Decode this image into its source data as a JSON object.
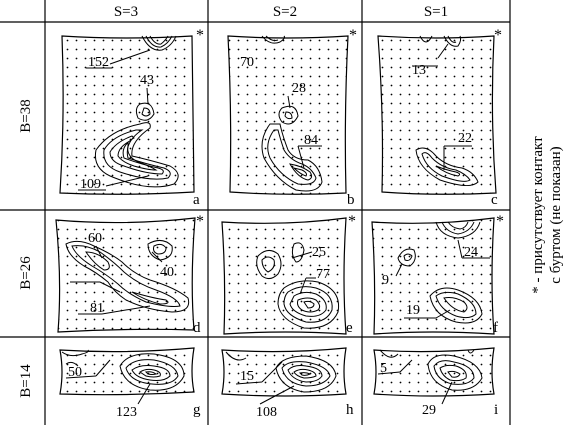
{
  "columns": [
    "S=3",
    "S=2",
    "S=1"
  ],
  "rows": [
    "B=38",
    "B=26",
    "B=14"
  ],
  "footnote": {
    "line1": "* - присутствует контакт",
    "line2": "с буртом (не показан)"
  },
  "panels": [
    {
      "id": "a",
      "values": [
        "152",
        "43",
        "109"
      ],
      "asterisk": "*"
    },
    {
      "id": "b",
      "values": [
        "70",
        "28",
        "84"
      ],
      "asterisk": "*"
    },
    {
      "id": "c",
      "values": [
        "13",
        "22"
      ],
      "asterisk": "*"
    },
    {
      "id": "d",
      "values": [
        "60",
        "40",
        "81"
      ],
      "asterisk": "*"
    },
    {
      "id": "e",
      "values": [
        "25",
        "77"
      ],
      "asterisk": "*"
    },
    {
      "id": "f",
      "values": [
        "9",
        "24",
        "19"
      ],
      "asterisk": "*"
    },
    {
      "id": "g",
      "values": [
        "50",
        "123"
      ]
    },
    {
      "id": "h",
      "values": [
        "15",
        "108"
      ]
    },
    {
      "id": "i",
      "values": [
        "5",
        "29"
      ]
    }
  ]
}
